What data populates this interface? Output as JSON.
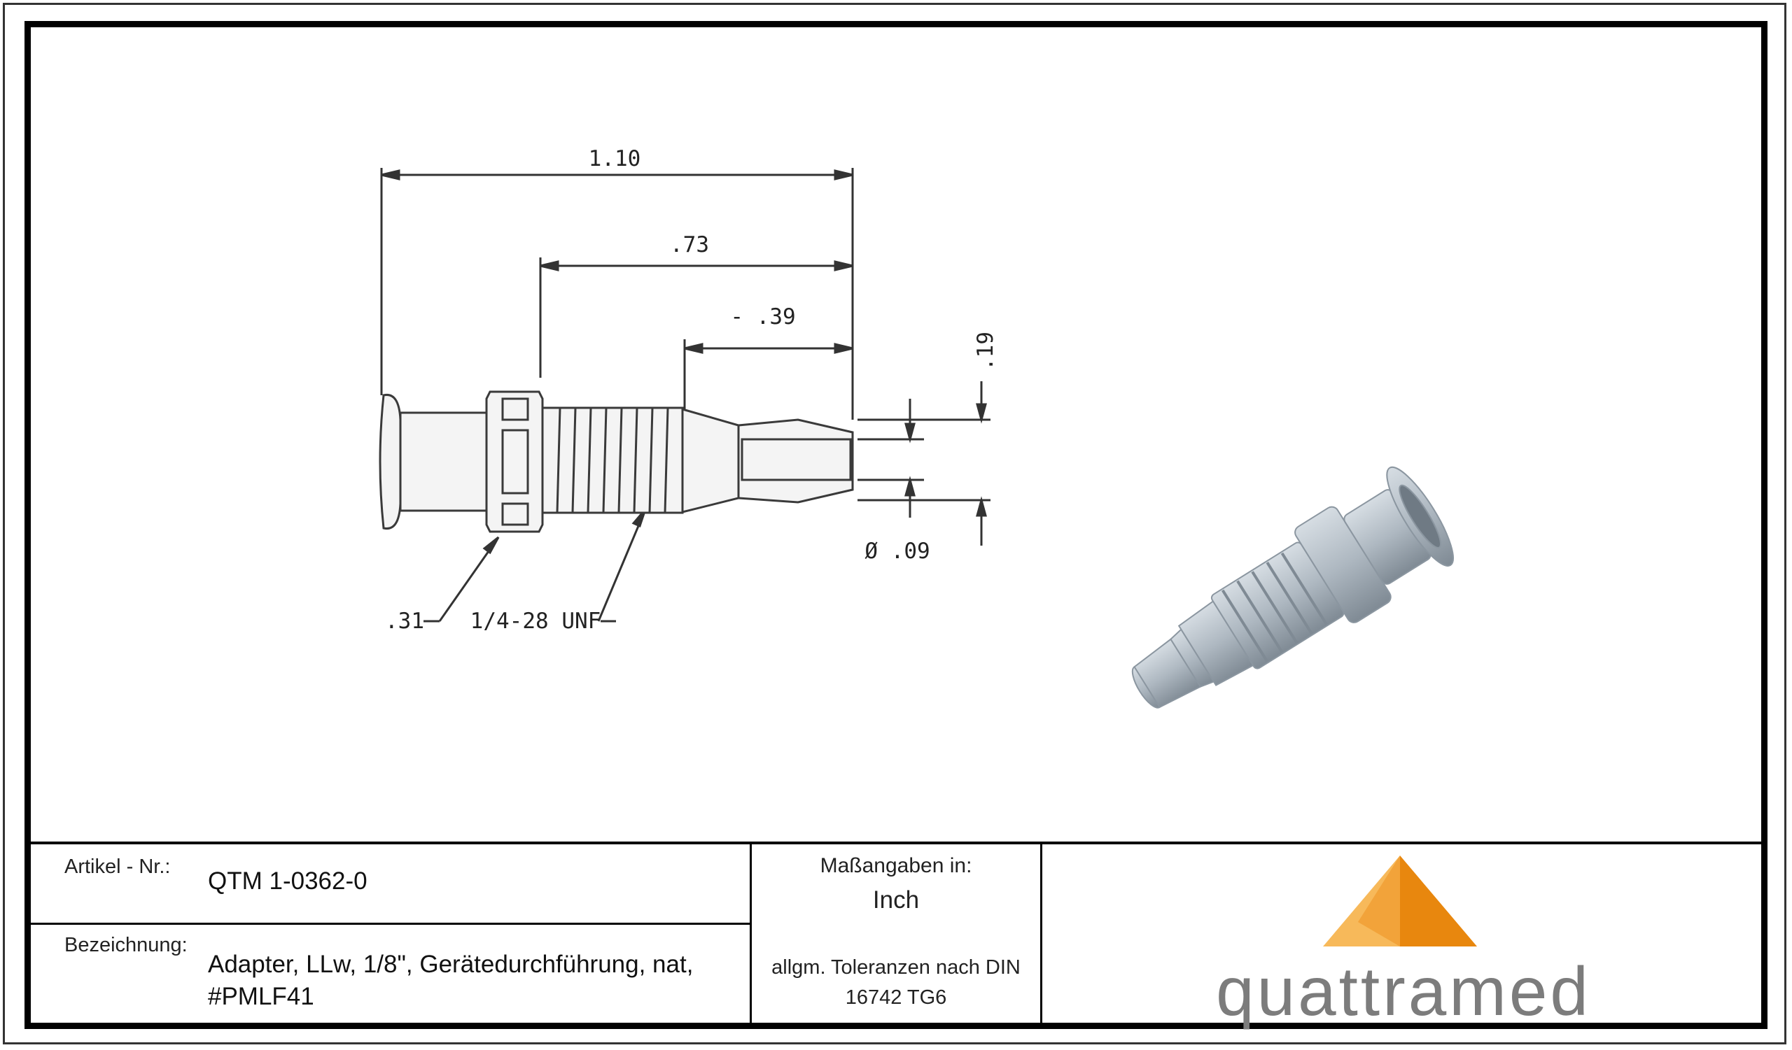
{
  "drawing": {
    "dimensions": {
      "overall_length": "1.10",
      "thread_to_tip": ".73",
      "barb_length": "- .39",
      "outer_diameter": ".19",
      "inner_diameter": "Ø .09",
      "hex_size": ".31",
      "thread_spec": "1/4-28 UNF"
    }
  },
  "title_block": {
    "article_label": "Artikel - Nr.:",
    "article_value": "QTM 1-0362-0",
    "designation_label": "Bezeichnung:",
    "designation_line1": "Adapter, LLw, 1/8\", Gerätedurchführung, nat,",
    "designation_line2": "#PMLF41",
    "units_label": "Maßangaben in:",
    "units_value": "Inch",
    "tolerance_line1": "allgm. Toleranzen nach DIN",
    "tolerance_line2": "16742 TG6"
  },
  "brand": {
    "name": "quattramed",
    "colors": {
      "triangle_dark": "#e8870e",
      "triangle_light": "#f7b95a",
      "text": "#7c7c7c"
    }
  }
}
